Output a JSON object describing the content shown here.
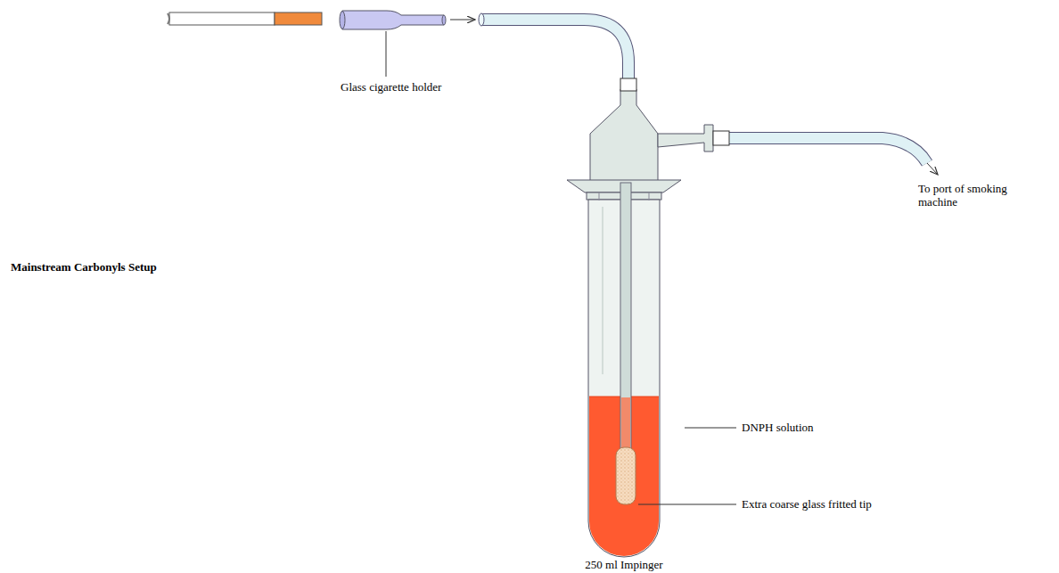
{
  "diagram": {
    "title": "Mainstream Carbonyls Setup",
    "labels": [
      "Glass cigarette holder",
      "To port of smoking machine",
      "DNPH solution",
      "Extra coarse glass fritted tip",
      "250 ml Impinger"
    ]
  }
}
